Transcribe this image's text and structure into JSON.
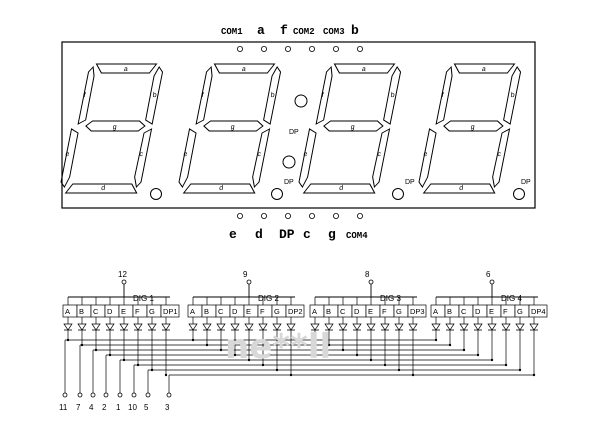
{
  "display": {
    "top_pins": [
      {
        "label": "COM1",
        "kind": "com"
      },
      {
        "label": "a",
        "kind": "big"
      },
      {
        "label": "f",
        "kind": "big"
      },
      {
        "label": "COM2",
        "kind": "com"
      },
      {
        "label": "COM3",
        "kind": "com"
      },
      {
        "label": "b",
        "kind": "big"
      }
    ],
    "bottom_pins": [
      {
        "label": "e",
        "kind": "big"
      },
      {
        "label": "d",
        "kind": "big"
      },
      {
        "label": "DP",
        "kind": "big"
      },
      {
        "label": "c",
        "kind": "big"
      },
      {
        "label": "g",
        "kind": "big"
      },
      {
        "label": "COM4",
        "kind": "com"
      }
    ],
    "segment_labels": [
      "a",
      "b",
      "c",
      "d",
      "e",
      "f",
      "g"
    ],
    "dp_label": "DP",
    "colon_label": "DP",
    "digit_count": 4
  },
  "schematic": {
    "digits": [
      {
        "name": "DIG 1",
        "common_pin": "12",
        "dp_name": "DP1"
      },
      {
        "name": "DIG 2",
        "common_pin": "9",
        "dp_name": "DP2"
      },
      {
        "name": "DIG 3",
        "common_pin": "8",
        "dp_name": "DP3"
      },
      {
        "name": "DIG 4",
        "common_pin": "6",
        "dp_name": "DP4"
      }
    ],
    "segment_columns": [
      "A",
      "B",
      "C",
      "D",
      "E",
      "F",
      "G"
    ],
    "bottom_pins": [
      "11",
      "7",
      "4",
      "2",
      "1",
      "10",
      "5",
      "3"
    ]
  },
  "watermark": "ne**ll"
}
